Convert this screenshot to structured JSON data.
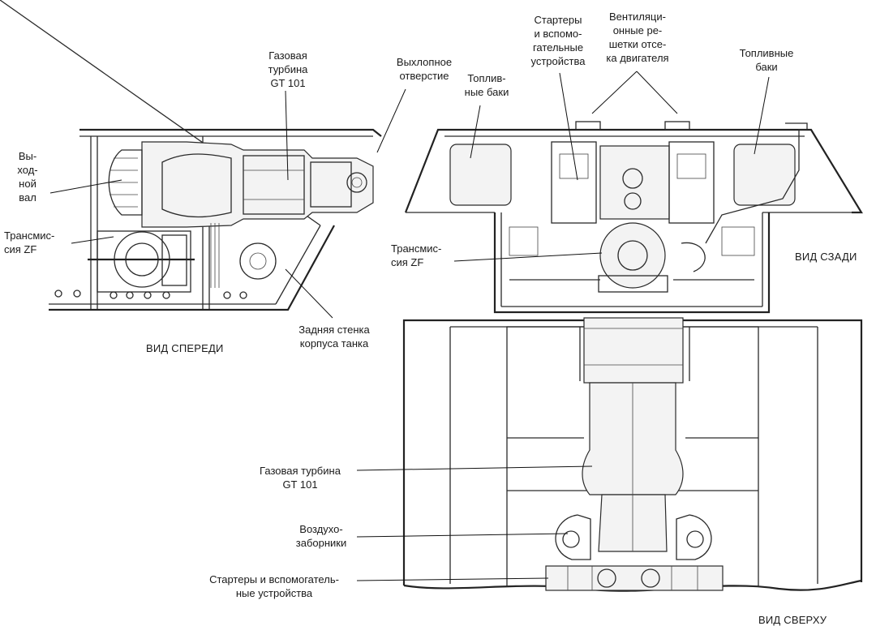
{
  "labels": {
    "front_gas_turbine": "Газовая\nтурбина\nGT 101",
    "front_exhaust": "Выхлопное\nотверстие",
    "front_output_shaft": "Вы-\nход-\nной\nвал",
    "front_transmission": "Трансмис-\nсия ZF",
    "front_rear_wall": "Задняя стенка\nкорпуса танка",
    "front_view_title": "ВИД СПЕРЕДИ",
    "rear_fuel_tanks_left": "Топлив-\nные баки",
    "rear_starters": "Стартеры\nи вспомо-\nгательные\nустройства",
    "rear_vent_grilles": "Вентиляци-\nонные ре-\nшетки отсе-\nка двигателя",
    "rear_fuel_tanks_right": "Топливные\nбаки",
    "rear_transmission": "Трансмис-\nсия ZF",
    "rear_view_title": "ВИД СЗАДИ",
    "top_gas_turbine": "Газовая турбина\nGT 101",
    "top_air_intakes": "Воздухо-\nзаборники",
    "top_starters": "Стартеры и вспомогатель-\nные устройства",
    "top_view_title": "ВИД СВЕРХУ"
  },
  "colors": {
    "line": "#2a2a2a",
    "background": "#ffffff",
    "text": "#1a1a1a"
  }
}
